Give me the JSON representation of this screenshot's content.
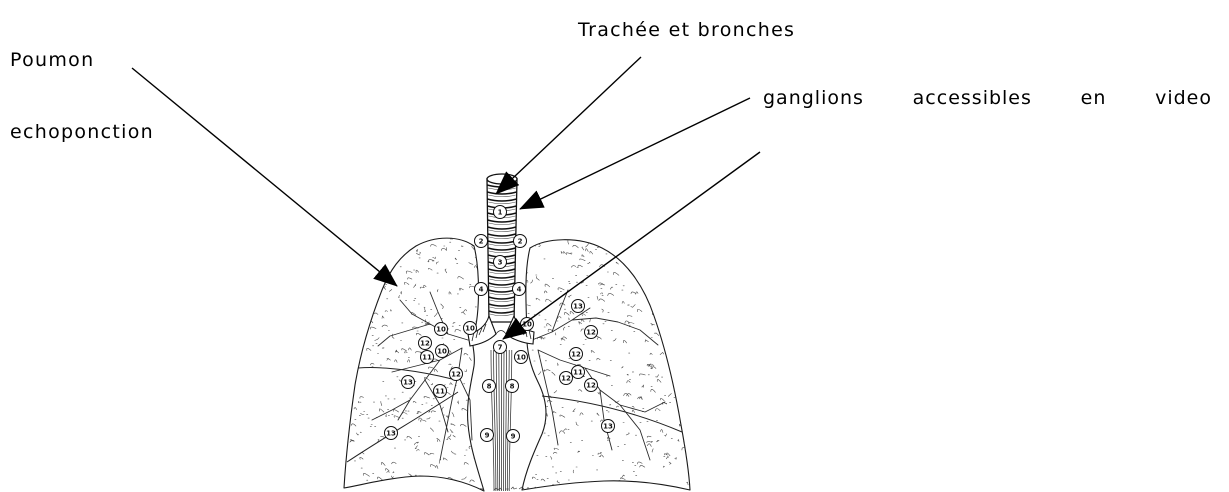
{
  "labels": {
    "poumon": "Poumon",
    "echoponction": "echoponction",
    "trachee_bronches": "Trachée et bronches",
    "ganglions": "ganglions accessibles en video"
  },
  "diagram": {
    "lymph_nodes": [
      "1",
      "2",
      "2",
      "3",
      "4",
      "4",
      "7",
      "8",
      "8",
      "9",
      "9",
      "10",
      "10",
      "12",
      "11",
      "10",
      "12",
      "11",
      "13",
      "13",
      "10",
      "10",
      "13",
      "12",
      "12",
      "11",
      "12",
      "12",
      "13"
    ]
  },
  "colors": {
    "ink": "#000000",
    "background": "#ffffff"
  }
}
